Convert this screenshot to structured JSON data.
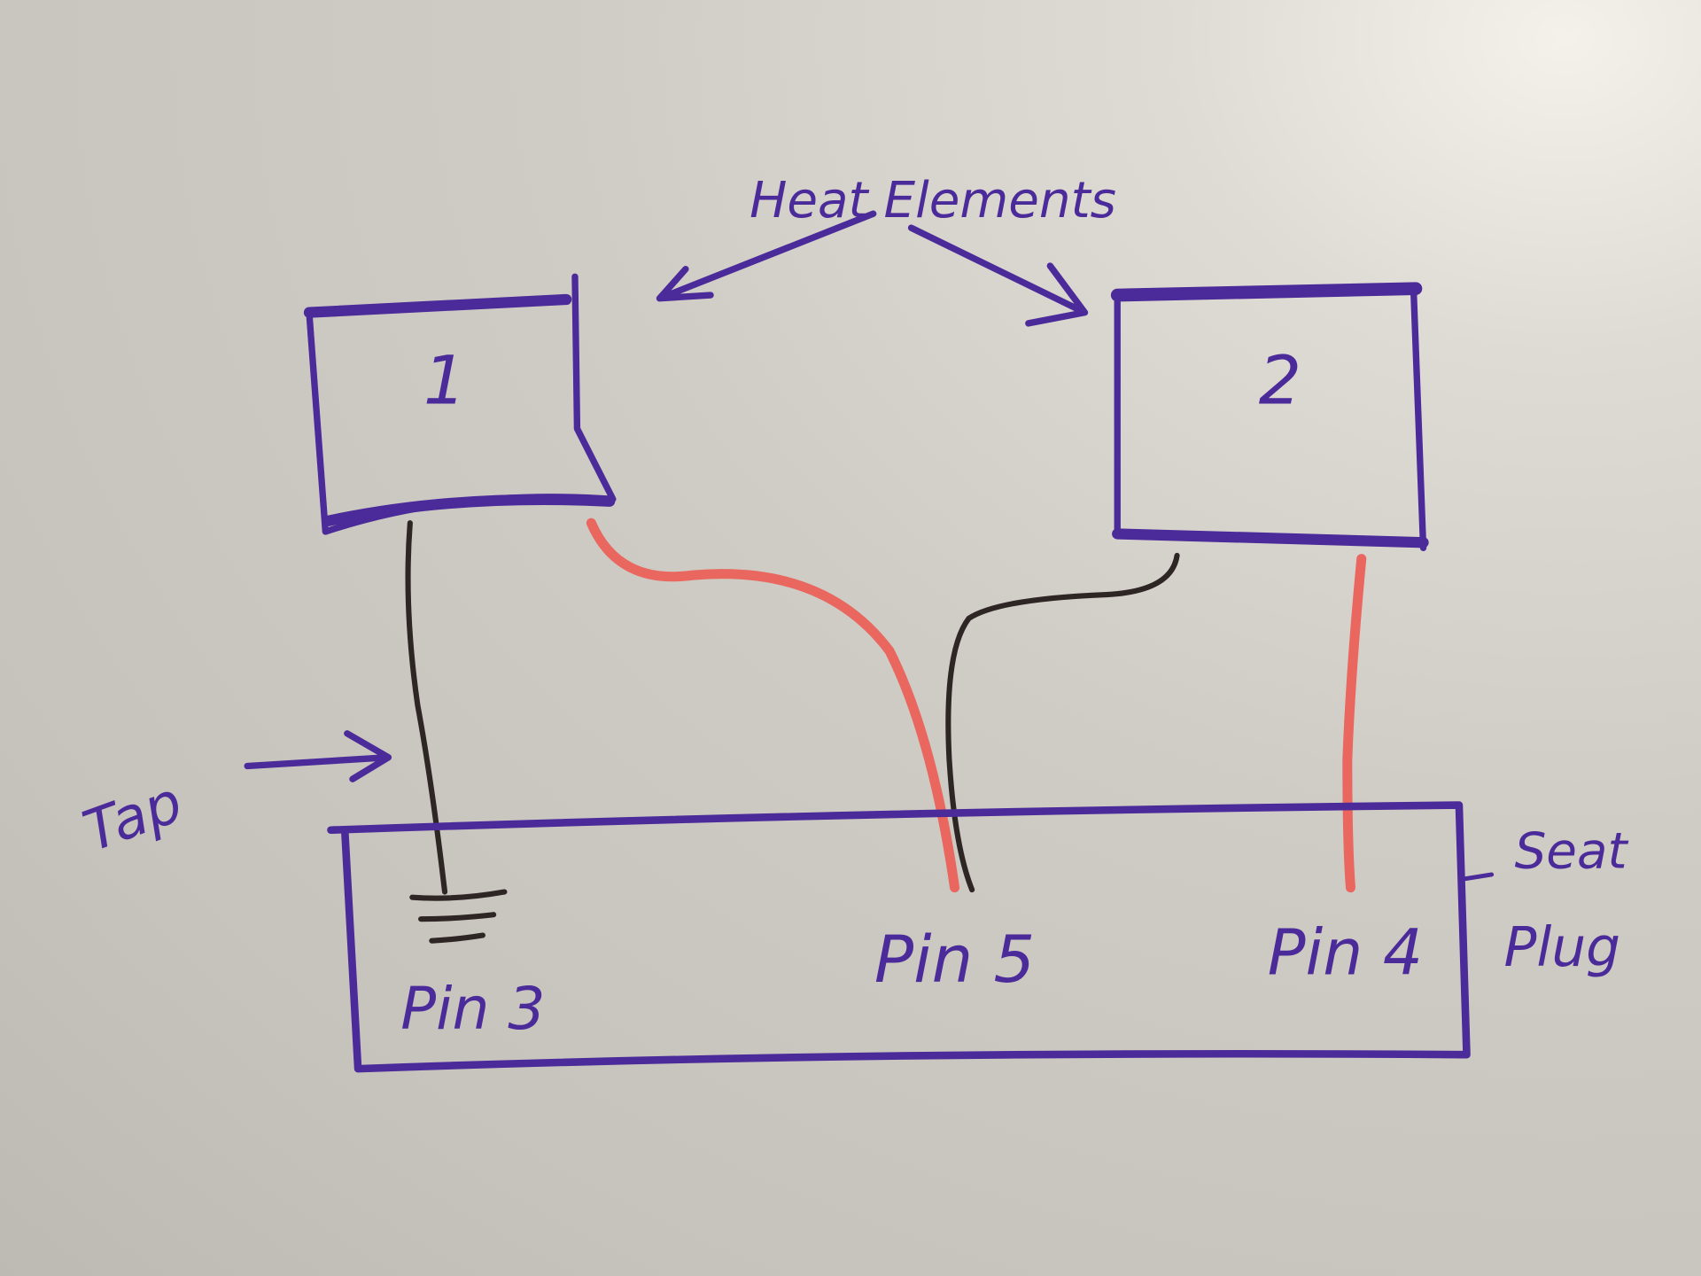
{
  "title": "Heat Elements",
  "elements": [
    {
      "label": "1"
    },
    {
      "label": "2"
    }
  ],
  "plug": {
    "label_line1": "Seat",
    "label_line2": "Plug"
  },
  "pins": [
    {
      "label": "Pin 3"
    },
    {
      "label": "Pin 5"
    },
    {
      "label": "Pin 4"
    }
  ],
  "tap_label": "Tap",
  "colors": {
    "ink": "#4b2a9a",
    "black_wire": "#2e2624",
    "red_wire": "#e9675f"
  }
}
